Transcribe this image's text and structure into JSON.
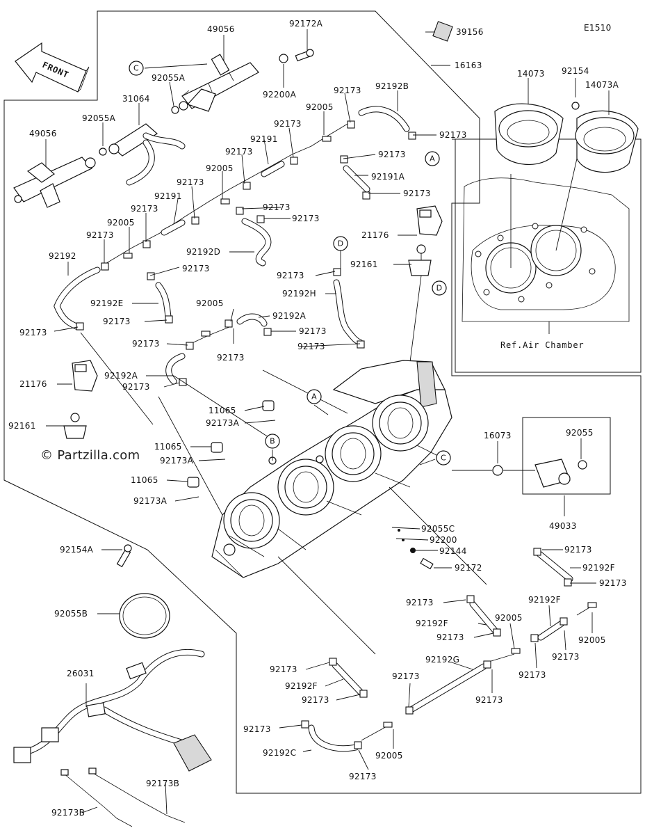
{
  "diagram": {
    "code": "E1510",
    "front_label": "FRONT",
    "watermark": "© Partzilla.com",
    "ref_label": "Ref.Air Chamber"
  },
  "refs": [
    "A",
    "B",
    "C",
    "D"
  ],
  "parts": {
    "p49056": "49056",
    "p92172A": "92172A",
    "p39156": "39156",
    "p16163": "16163",
    "p92055A": "92055A",
    "p92200A": "92200A",
    "p31064": "31064",
    "p92173": "92173",
    "p92192B": "92192B",
    "p92005": "92005",
    "p92191": "92191",
    "p92191A": "92191A",
    "p92192D": "92192D",
    "p92192": "92192",
    "p92192E": "92192E",
    "p14073": "14073",
    "p92154": "92154",
    "p14073A": "14073A",
    "p21176": "21176",
    "p92161": "92161",
    "p92192H": "92192H",
    "p92192A": "92192A",
    "p11065": "11065",
    "p92173A": "92173A",
    "p16073": "16073",
    "p92055": "92055",
    "p49033": "49033",
    "p92055C": "92055C",
    "p92200": "92200",
    "p92144": "92144",
    "p92172": "92172",
    "p92154A": "92154A",
    "p92192F": "92192F",
    "p92055B": "92055B",
    "p92192G": "92192G",
    "p26031": "26031",
    "p92192C": "92192C",
    "p92173B": "92173B"
  }
}
